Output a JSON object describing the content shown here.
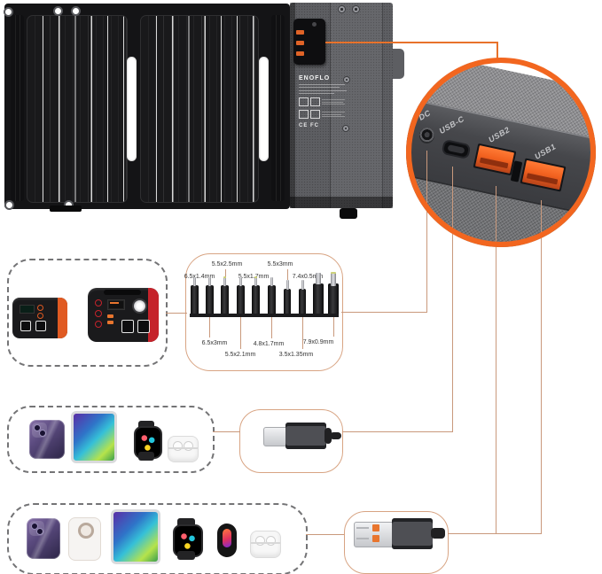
{
  "colors": {
    "accent_orange": "#f2661f",
    "connector_line": "#c9997c",
    "usb_port_orange": "#ff6a2a"
  },
  "solar_panel": {
    "brand": "ENOFLO",
    "cert_marks": "CE FC"
  },
  "power_bank_ports": {
    "dc": "DC",
    "usb_c": "USB-C",
    "usb2": "USB2",
    "usb1": "USB1"
  },
  "adapter_kit": {
    "top_row": [
      "6.5x1.4mm",
      "5.5x2.5mm",
      "5.5x1.7mm",
      "5.5x3mm",
      "7.4x0.5mm"
    ],
    "bottom_row": [
      "6.5x3mm",
      "5.5x2.1mm",
      "4.8x1.7mm",
      "3.5x1.35mm",
      "7.9x0.9mm"
    ]
  },
  "device_groups": {
    "power_stations": [
      "portable-power-station-small",
      "portable-power-station-large"
    ],
    "usb_c_devices": [
      "iphone",
      "ipad",
      "apple-watch",
      "airpods"
    ],
    "usb_a_devices": [
      "iphone",
      "white-smartphone",
      "ipad",
      "apple-watch",
      "fitness-band",
      "airpods"
    ]
  }
}
